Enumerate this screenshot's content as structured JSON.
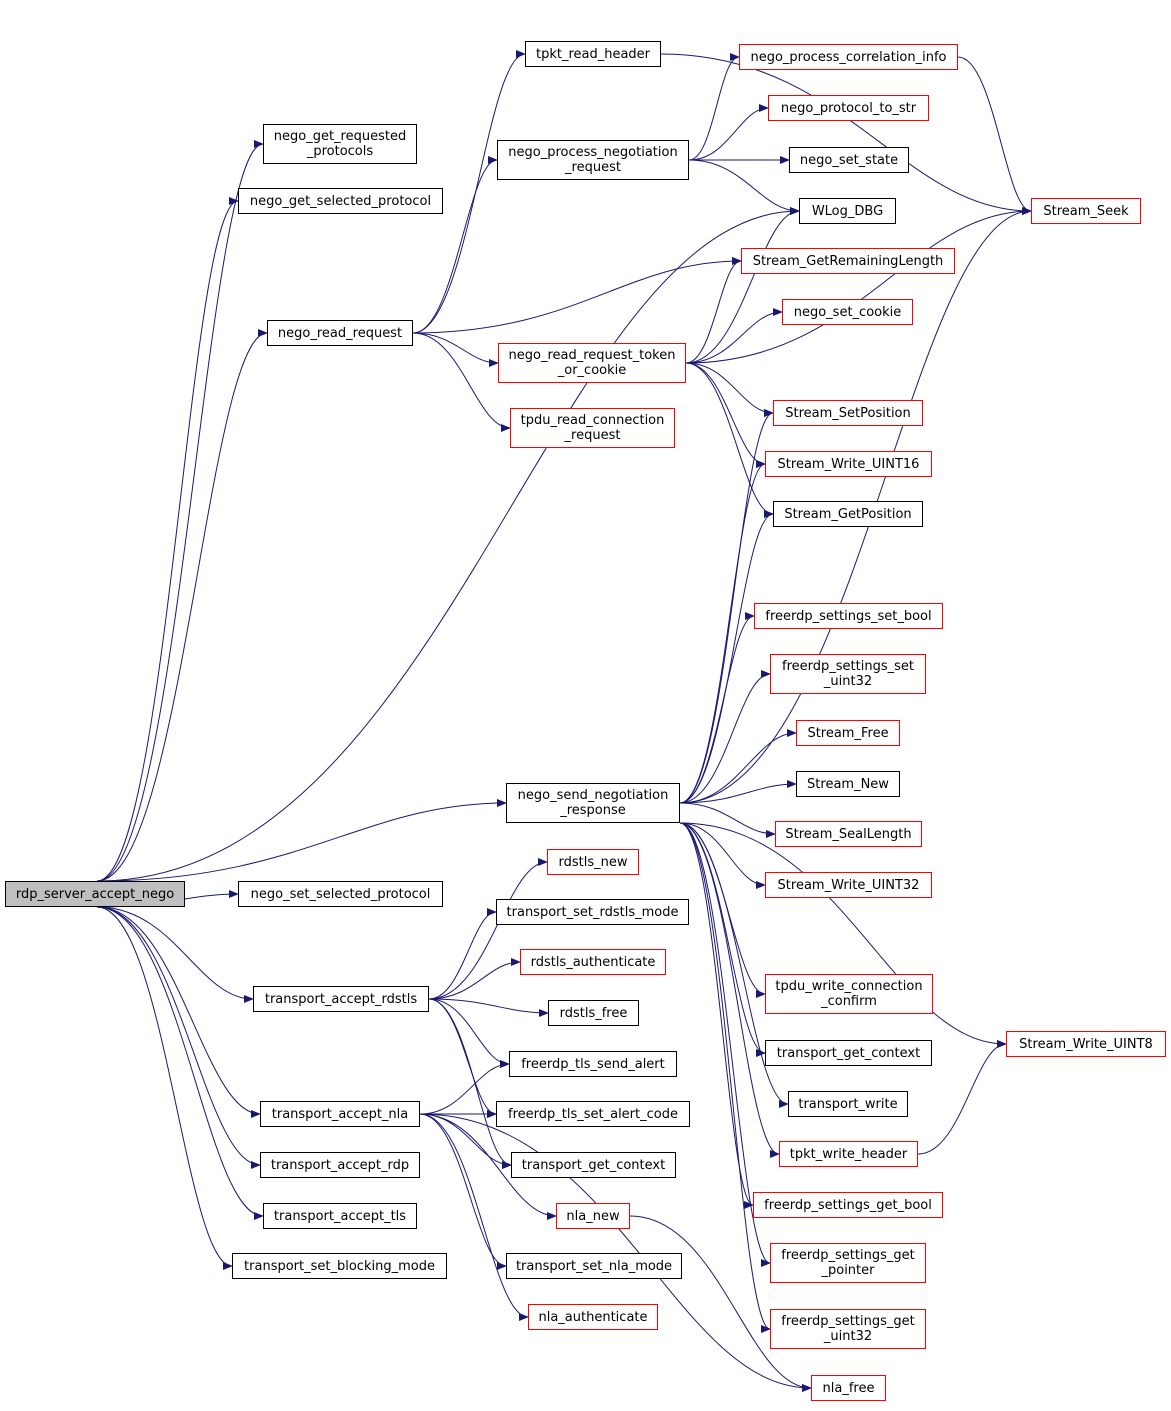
{
  "graph": {
    "root": "rdp_server_accept_nego",
    "nodes": [
      {
        "id": "rdp_server_accept_nego",
        "label": "rdp_server_accept_nego",
        "style": "root"
      },
      {
        "id": "nego_get_requested_protocols",
        "label": "nego_get_requested\n_protocols",
        "style": "black"
      },
      {
        "id": "nego_get_selected_protocol",
        "label": "nego_get_selected_protocol",
        "style": "black"
      },
      {
        "id": "nego_read_request",
        "label": "nego_read_request",
        "style": "black"
      },
      {
        "id": "nego_send_negotiation_response",
        "label": "nego_send_negotiation\n_response",
        "style": "black"
      },
      {
        "id": "nego_set_selected_protocol",
        "label": "nego_set_selected_protocol",
        "style": "black"
      },
      {
        "id": "transport_accept_rdstls",
        "label": "transport_accept_rdstls",
        "style": "black"
      },
      {
        "id": "transport_accept_nla",
        "label": "transport_accept_nla",
        "style": "black"
      },
      {
        "id": "transport_accept_rdp",
        "label": "transport_accept_rdp",
        "style": "black"
      },
      {
        "id": "transport_accept_tls",
        "label": "transport_accept_tls",
        "style": "black"
      },
      {
        "id": "transport_set_blocking_mode",
        "label": "transport_set_blocking_mode",
        "style": "black"
      },
      {
        "id": "tpkt_read_header",
        "label": "tpkt_read_header",
        "style": "black"
      },
      {
        "id": "nego_process_negotiation_request",
        "label": "nego_process_negotiation\n_request",
        "style": "black"
      },
      {
        "id": "nego_read_request_token_or_cookie",
        "label": "nego_read_request_token\n_or_cookie",
        "style": "red"
      },
      {
        "id": "tpdu_read_connection_request",
        "label": "tpdu_read_connection\n_request",
        "style": "red"
      },
      {
        "id": "rdstls_new",
        "label": "rdstls_new",
        "style": "red"
      },
      {
        "id": "transport_set_rdstls_mode",
        "label": "transport_set_rdstls_mode",
        "style": "black"
      },
      {
        "id": "rdstls_authenticate",
        "label": "rdstls_authenticate",
        "style": "red"
      },
      {
        "id": "rdstls_free",
        "label": "rdstls_free",
        "style": "black"
      },
      {
        "id": "freerdp_tls_send_alert",
        "label": "freerdp_tls_send_alert",
        "style": "black"
      },
      {
        "id": "freerdp_tls_set_alert_code",
        "label": "freerdp_tls_set_alert_code",
        "style": "black"
      },
      {
        "id": "transport_get_context_a",
        "label": "transport_get_context",
        "style": "black"
      },
      {
        "id": "nla_new",
        "label": "nla_new",
        "style": "red"
      },
      {
        "id": "transport_set_nla_mode",
        "label": "transport_set_nla_mode",
        "style": "black"
      },
      {
        "id": "nla_authenticate",
        "label": "nla_authenticate",
        "style": "red"
      },
      {
        "id": "nego_process_correlation_info",
        "label": "nego_process_correlation_info",
        "style": "red"
      },
      {
        "id": "nego_protocol_to_str",
        "label": "nego_protocol_to_str",
        "style": "red"
      },
      {
        "id": "nego_set_state",
        "label": "nego_set_state",
        "style": "black"
      },
      {
        "id": "WLog_DBG",
        "label": "WLog_DBG",
        "style": "black"
      },
      {
        "id": "Stream_GetRemainingLength",
        "label": "Stream_GetRemainingLength",
        "style": "red"
      },
      {
        "id": "nego_set_cookie",
        "label": "nego_set_cookie",
        "style": "red"
      },
      {
        "id": "Stream_SetPosition",
        "label": "Stream_SetPosition",
        "style": "red"
      },
      {
        "id": "Stream_Write_UINT16",
        "label": "Stream_Write_UINT16",
        "style": "red"
      },
      {
        "id": "Stream_GetPosition",
        "label": "Stream_GetPosition",
        "style": "black"
      },
      {
        "id": "freerdp_settings_set_bool",
        "label": "freerdp_settings_set_bool",
        "style": "red"
      },
      {
        "id": "freerdp_settings_set_uint32",
        "label": "freerdp_settings_set\n_uint32",
        "style": "red"
      },
      {
        "id": "Stream_Free",
        "label": "Stream_Free",
        "style": "red"
      },
      {
        "id": "Stream_New",
        "label": "Stream_New",
        "style": "black"
      },
      {
        "id": "Stream_SealLength",
        "label": "Stream_SealLength",
        "style": "red"
      },
      {
        "id": "Stream_Write_UINT32",
        "label": "Stream_Write_UINT32",
        "style": "red"
      },
      {
        "id": "tpdu_write_connection_confirm",
        "label": "tpdu_write_connection\n_confirm",
        "style": "red"
      },
      {
        "id": "transport_get_context_b",
        "label": "transport_get_context",
        "style": "black"
      },
      {
        "id": "transport_write",
        "label": "transport_write",
        "style": "black"
      },
      {
        "id": "tpkt_write_header",
        "label": "tpkt_write_header",
        "style": "red"
      },
      {
        "id": "freerdp_settings_get_bool",
        "label": "freerdp_settings_get_bool",
        "style": "red"
      },
      {
        "id": "freerdp_settings_get_pointer",
        "label": "freerdp_settings_get\n_pointer",
        "style": "red"
      },
      {
        "id": "freerdp_settings_get_uint32",
        "label": "freerdp_settings_get\n_uint32",
        "style": "red"
      },
      {
        "id": "nla_free",
        "label": "nla_free",
        "style": "red"
      },
      {
        "id": "Stream_Seek",
        "label": "Stream_Seek",
        "style": "red"
      },
      {
        "id": "Stream_Write_UINT8",
        "label": "Stream_Write_UINT8",
        "style": "red"
      }
    ],
    "edges": [
      [
        "rdp_server_accept_nego",
        "nego_get_requested_protocols"
      ],
      [
        "rdp_server_accept_nego",
        "nego_get_selected_protocol"
      ],
      [
        "rdp_server_accept_nego",
        "WLog_DBG"
      ],
      [
        "rdp_server_accept_nego",
        "nego_read_request"
      ],
      [
        "rdp_server_accept_nego",
        "nego_send_negotiation_response"
      ],
      [
        "rdp_server_accept_nego",
        "nego_set_selected_protocol"
      ],
      [
        "rdp_server_accept_nego",
        "transport_accept_rdstls"
      ],
      [
        "rdp_server_accept_nego",
        "transport_accept_nla"
      ],
      [
        "rdp_server_accept_nego",
        "transport_accept_rdp"
      ],
      [
        "rdp_server_accept_nego",
        "transport_accept_tls"
      ],
      [
        "rdp_server_accept_nego",
        "transport_set_blocking_mode"
      ],
      [
        "nego_read_request",
        "tpkt_read_header"
      ],
      [
        "nego_read_request",
        "nego_process_negotiation_request"
      ],
      [
        "nego_read_request",
        "Stream_GetRemainingLength"
      ],
      [
        "nego_read_request",
        "nego_read_request_token_or_cookie"
      ],
      [
        "nego_read_request",
        "tpdu_read_connection_request"
      ],
      [
        "tpkt_read_header",
        "Stream_Seek"
      ],
      [
        "nego_process_negotiation_request",
        "nego_process_correlation_info"
      ],
      [
        "nego_process_negotiation_request",
        "nego_protocol_to_str"
      ],
      [
        "nego_process_negotiation_request",
        "nego_set_state"
      ],
      [
        "nego_process_negotiation_request",
        "WLog_DBG"
      ],
      [
        "nego_process_correlation_info",
        "Stream_Seek"
      ],
      [
        "nego_read_request_token_or_cookie",
        "WLog_DBG"
      ],
      [
        "nego_read_request_token_or_cookie",
        "Stream_GetRemainingLength"
      ],
      [
        "nego_read_request_token_or_cookie",
        "nego_set_cookie"
      ],
      [
        "nego_read_request_token_or_cookie",
        "Stream_Seek"
      ],
      [
        "nego_read_request_token_or_cookie",
        "Stream_SetPosition"
      ],
      [
        "nego_read_request_token_or_cookie",
        "Stream_Write_UINT16"
      ],
      [
        "nego_read_request_token_or_cookie",
        "Stream_GetPosition"
      ],
      [
        "nego_send_negotiation_response",
        "Stream_SetPosition"
      ],
      [
        "nego_send_negotiation_response",
        "Stream_Write_UINT16"
      ],
      [
        "nego_send_negotiation_response",
        "Stream_GetPosition"
      ],
      [
        "nego_send_negotiation_response",
        "Stream_Seek"
      ],
      [
        "nego_send_negotiation_response",
        "freerdp_settings_set_bool"
      ],
      [
        "nego_send_negotiation_response",
        "freerdp_settings_set_uint32"
      ],
      [
        "nego_send_negotiation_response",
        "Stream_Free"
      ],
      [
        "nego_send_negotiation_response",
        "Stream_New"
      ],
      [
        "nego_send_negotiation_response",
        "Stream_SealLength"
      ],
      [
        "nego_send_negotiation_response",
        "Stream_Write_UINT32"
      ],
      [
        "nego_send_negotiation_response",
        "Stream_Write_UINT8"
      ],
      [
        "nego_send_negotiation_response",
        "tpdu_write_connection_confirm"
      ],
      [
        "nego_send_negotiation_response",
        "transport_get_context_b"
      ],
      [
        "nego_send_negotiation_response",
        "transport_write"
      ],
      [
        "nego_send_negotiation_response",
        "tpkt_write_header"
      ],
      [
        "nego_send_negotiation_response",
        "freerdp_settings_get_bool"
      ],
      [
        "nego_send_negotiation_response",
        "freerdp_settings_get_pointer"
      ],
      [
        "nego_send_negotiation_response",
        "freerdp_settings_get_uint32"
      ],
      [
        "tpkt_write_header",
        "Stream_Write_UINT8"
      ],
      [
        "transport_accept_rdstls",
        "rdstls_new"
      ],
      [
        "transport_accept_rdstls",
        "transport_set_rdstls_mode"
      ],
      [
        "transport_accept_rdstls",
        "rdstls_authenticate"
      ],
      [
        "transport_accept_rdstls",
        "rdstls_free"
      ],
      [
        "transport_accept_rdstls",
        "freerdp_tls_send_alert"
      ],
      [
        "transport_accept_rdstls",
        "freerdp_tls_set_alert_code"
      ],
      [
        "transport_accept_rdstls",
        "transport_get_context_a"
      ],
      [
        "transport_accept_nla",
        "freerdp_tls_send_alert"
      ],
      [
        "transport_accept_nla",
        "freerdp_tls_set_alert_code"
      ],
      [
        "transport_accept_nla",
        "transport_get_context_a"
      ],
      [
        "transport_accept_nla",
        "nla_new"
      ],
      [
        "transport_accept_nla",
        "transport_set_nla_mode"
      ],
      [
        "transport_accept_nla",
        "nla_authenticate"
      ],
      [
        "transport_accept_nla",
        "nla_free"
      ],
      [
        "nla_new",
        "nla_free"
      ]
    ]
  }
}
